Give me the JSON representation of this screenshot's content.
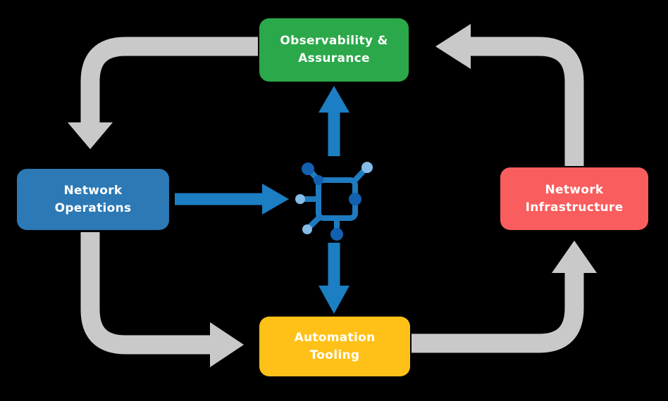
{
  "canvas": {
    "background": "#000000"
  },
  "diagram": {
    "nodes": {
      "observability": {
        "label": "Observability &\nAssurance",
        "color": "#2BA84A"
      },
      "operations": {
        "label": "Network\nOperations",
        "color": "#2C79B5"
      },
      "infrastructure": {
        "label": "Network\nInfrastructure",
        "color": "#F95D5D"
      },
      "automation": {
        "label": "Automation\nTooling",
        "color": "#FFC117"
      }
    },
    "center_icon": "network-nodes-icon",
    "icon_colors": {
      "line": "#1E7BC0",
      "dark_node": "#1460B0",
      "light_node": "#85BCE8"
    },
    "arrow_colors": {
      "cycle": "#C9C9C9",
      "hub": "#1C7EC3"
    },
    "arrows": [
      {
        "name": "observability-to-operations",
        "type": "cycle"
      },
      {
        "name": "operations-to-automation",
        "type": "cycle"
      },
      {
        "name": "automation-to-infrastructure",
        "type": "cycle"
      },
      {
        "name": "infrastructure-to-observability",
        "type": "cycle"
      },
      {
        "name": "operations-to-hub",
        "type": "hub"
      },
      {
        "name": "hub-to-observability",
        "type": "hub"
      },
      {
        "name": "hub-to-automation",
        "type": "hub"
      }
    ]
  }
}
